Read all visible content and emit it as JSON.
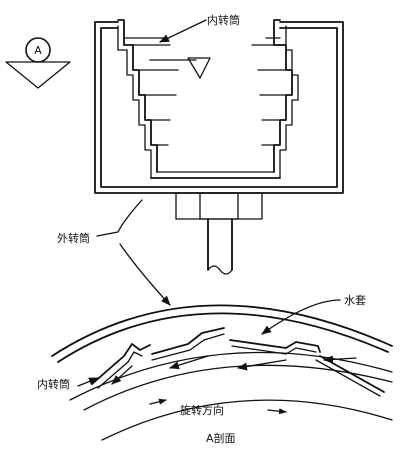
{
  "labels": {
    "inner_drum_top": "内转筒",
    "outer_drum": "外转筒",
    "water_layer": "水套",
    "inner_drum_section": "内转筒",
    "rotation_direction": "旋转方向",
    "section_title": "A剖面",
    "section_marker": "A"
  }
}
